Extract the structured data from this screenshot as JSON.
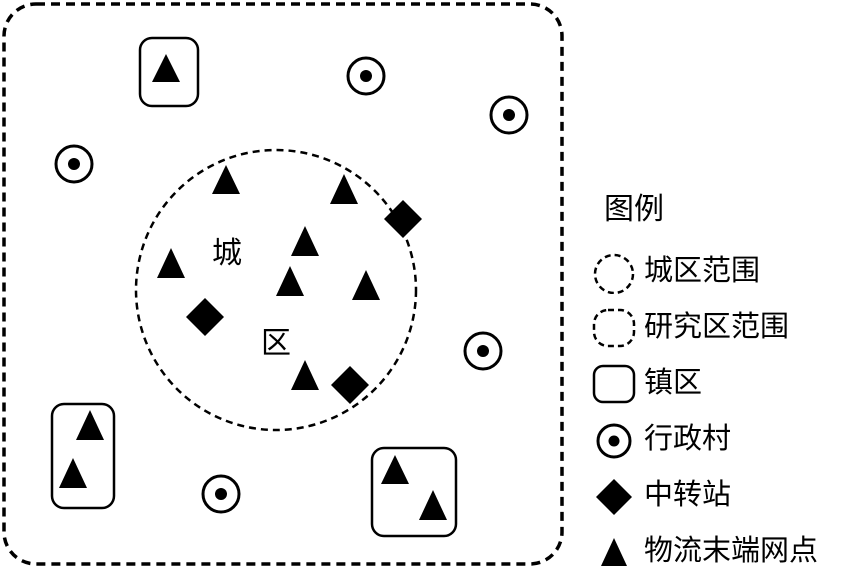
{
  "map": {
    "labels": {
      "cheng": "城",
      "qu": "区"
    }
  },
  "legend": {
    "title": "图例",
    "items": [
      {
        "key": "urban-boundary",
        "label": "城区范围"
      },
      {
        "key": "study-boundary",
        "label": "研究区范围"
      },
      {
        "key": "town",
        "label": "镇区"
      },
      {
        "key": "village",
        "label": "行政村"
      },
      {
        "key": "transfer",
        "label": "中转站"
      },
      {
        "key": "outlet",
        "label": "物流末端网点"
      }
    ]
  }
}
